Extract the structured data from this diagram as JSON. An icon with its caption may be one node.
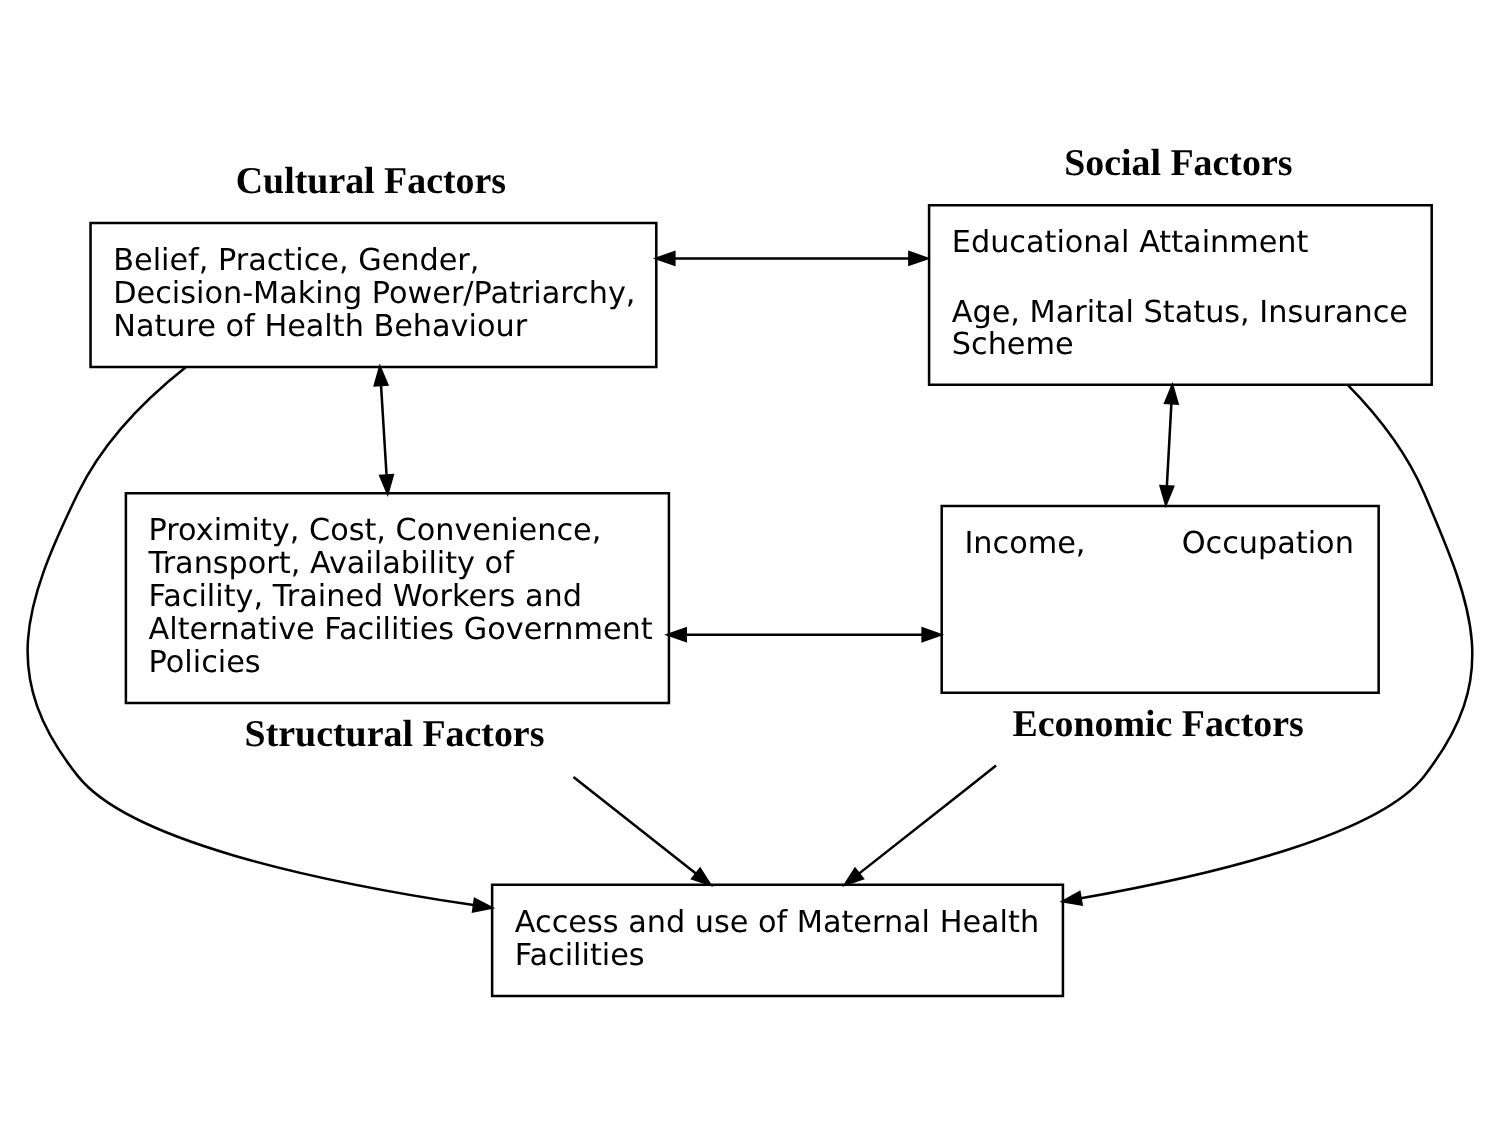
{
  "diagram": {
    "nodes": [
      {
        "text": [
          "Cultural Factors",
          "Belief, Practice, Gender, Decision-Making Power/Patriarchy, Nature of Health Behaviour"
        ]
      },
      {
        "text": [
          "Social Factors",
          "Educational Attainment",
          "Age, Marital Status, Insurance Scheme"
        ]
      },
      {
        "text": [
          "Access and use of Maternal Health Facilities"
        ]
      },
      {
        "text": [
          "Proximity, Cost, Convenience, Transport, Availability of Facility, Trained Workers and Alternative Facilities Government Policies",
          "Structural Factors"
        ]
      },
      {
        "text": [
          "Income,",
          "Occupation",
          "Economic Factors"
        ]
      }
    ],
    "edges": [
      {
        "from": 0,
        "to": 1,
        "arrow": "both"
      },
      {
        "from": 0,
        "to": 2,
        "arrow": "to"
      },
      {
        "from": 1,
        "to": 2,
        "arrow": "to"
      },
      {
        "from": 0,
        "to": 3,
        "arrow": "both"
      },
      {
        "from": 1,
        "to": 4,
        "arrow": "both"
      },
      {
        "from": 3,
        "to": 2,
        "arrow": "to"
      },
      {
        "from": 4,
        "to": 2,
        "arrow": "to"
      },
      {
        "from": 3,
        "to": 4,
        "arrow": "both"
      }
    ]
  }
}
